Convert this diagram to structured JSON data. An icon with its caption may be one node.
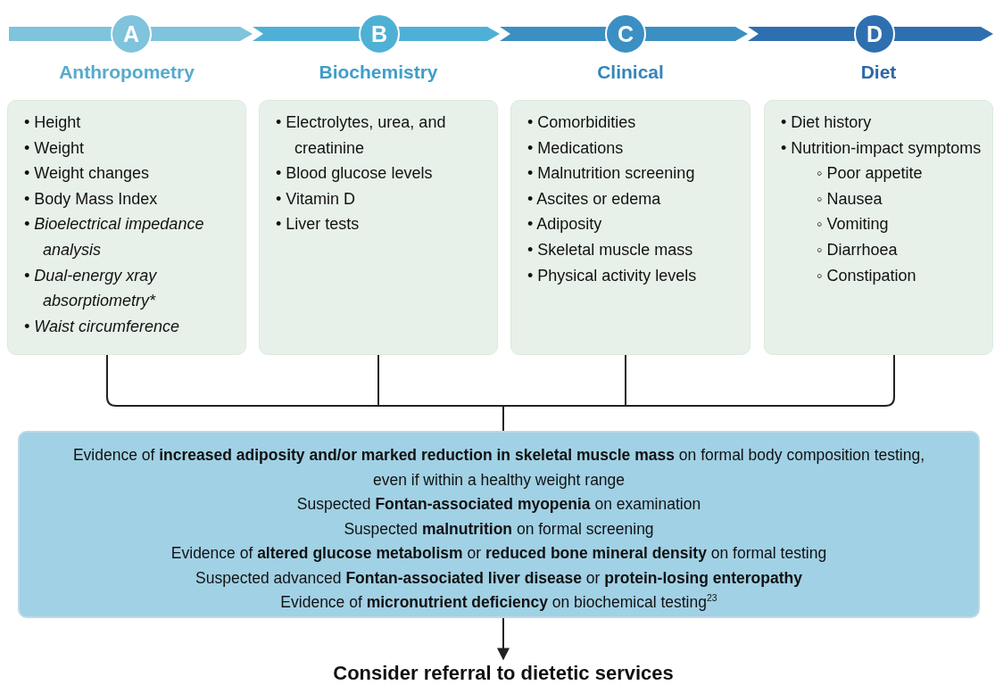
{
  "diagram": {
    "nodes": [
      {
        "text": [
          "A"
        ]
      },
      {
        "text": [
          "B"
        ]
      },
      {
        "text": [
          "C"
        ]
      },
      {
        "text": [
          "D"
        ]
      },
      {
        "text": [
          "Anthropometry",
          "• Height",
          "• Weight",
          "• Weight changes",
          "• Body Mass Index",
          "• Bioelectrical impedance analysis",
          "• Dual-energy xray absorptiometry*",
          "• Waist circumference"
        ]
      },
      {
        "text": [
          "Biochemistry",
          "• Electrolytes, urea, and creatinine",
          "• Blood glucose levels",
          "• Vitamin D",
          "• Liver tests"
        ]
      },
      {
        "text": [
          "Clinical",
          "• Comorbidities",
          "• Medications",
          "• Malnutrition screening",
          "• Ascites or edema",
          "• Adiposity",
          "• Skeletal muscle mass",
          "• Physical activity levels"
        ]
      },
      {
        "text": [
          "Diet",
          "• Diet history",
          "• Nutrition-impact symptoms",
          "◦ Poor appetite",
          "◦ Nausea",
          "◦ Vomiting",
          "◦ Diarrhoea",
          "◦ Constipation"
        ]
      },
      {
        "text": [
          "Evidence of **increased adiposity and/or marked reduction in skeletal muscle mass** on formal body composition testing, even if within a healthy weight range",
          "Suspected **Fontan-associated myopenia** on examination",
          "Suspected **malnutrition** on formal screening",
          "Evidence of **altered glucose metabolism** or **reduced bone mineral density** on formal testing",
          "Suspected advanced **Fontan-associated liver disease** or **protein-losing enteropathy**",
          "Evidence of **micronutrient deficiency** on biochemical testing$^{23}$"
        ]
      },
      {
        "text": [
          "Consider referral to dietetic services"
        ]
      }
    ],
    "edges": [
      {
        "from": 4,
        "to": 8,
        "arrow": "none"
      },
      {
        "from": 5,
        "to": 8,
        "arrow": "none"
      },
      {
        "from": 6,
        "to": 8,
        "arrow": "none"
      },
      {
        "from": 7,
        "to": 8,
        "arrow": "none"
      },
      {
        "from": 8,
        "to": 9,
        "arrow": "to"
      }
    ]
  }
}
